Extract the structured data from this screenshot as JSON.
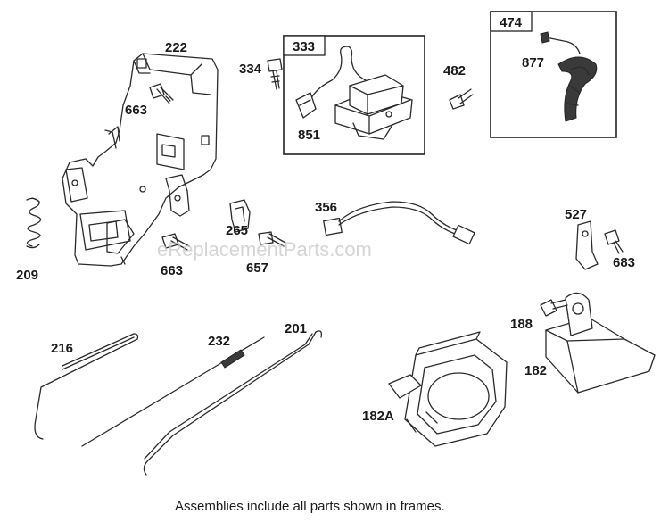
{
  "labels": {
    "p222": "222",
    "p663a": "663",
    "p663b": "663",
    "p334": "334",
    "p333": "333",
    "p851": "851",
    "p482": "482",
    "p474": "474",
    "p877": "877",
    "p209": "209",
    "p265": "265",
    "p657": "657",
    "p356": "356",
    "p527": "527",
    "p683": "683",
    "p216": "216",
    "p232": "232",
    "p201": "201",
    "p188": "188",
    "p182": "182",
    "p182A": "182A"
  },
  "watermark": "eReplacementParts.com",
  "caption": "Assemblies include all parts shown in frames."
}
